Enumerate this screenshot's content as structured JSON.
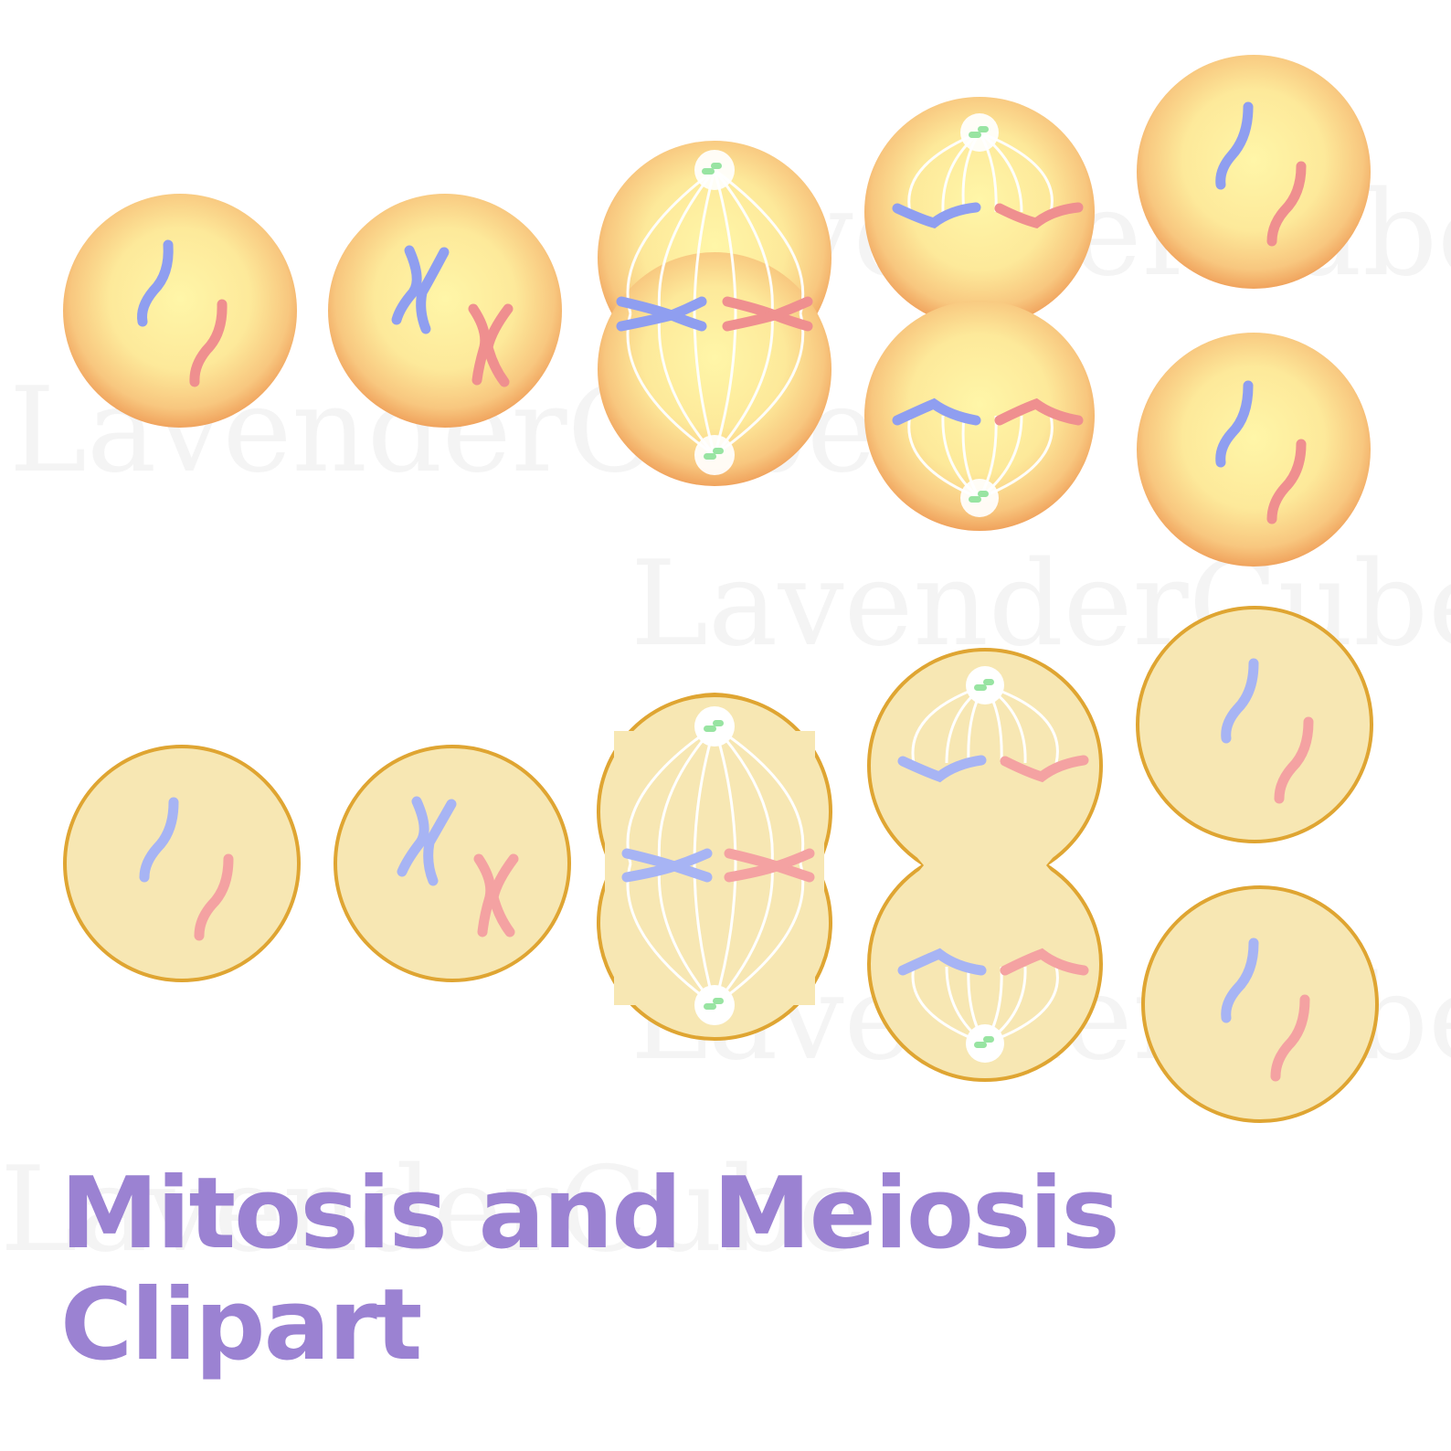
{
  "title": {
    "line1": "Mitosis and Meiosis",
    "line2": "Clipart",
    "color": "#9b82d2"
  },
  "watermark": "LavenderCube",
  "colors": {
    "gradient_cell_center": "#fff6a8",
    "gradient_cell_edge": "#f2a962",
    "flat_cell_fill": "#f7e7b3",
    "flat_cell_border": "#dfa532",
    "blue_chromosome": "#8f9ef0",
    "red_chromosome": "#ef8f8f",
    "spindle": "#ffffff",
    "centriole": "#98e4a2"
  },
  "rows": [
    {
      "style": "gradient",
      "stages": [
        "interphase",
        "prophase",
        "metaphase",
        "anaphase-telophase",
        "daughter-cells"
      ]
    },
    {
      "style": "flat",
      "stages": [
        "interphase",
        "prophase",
        "metaphase",
        "anaphase-telophase",
        "daughter-cells"
      ]
    }
  ]
}
